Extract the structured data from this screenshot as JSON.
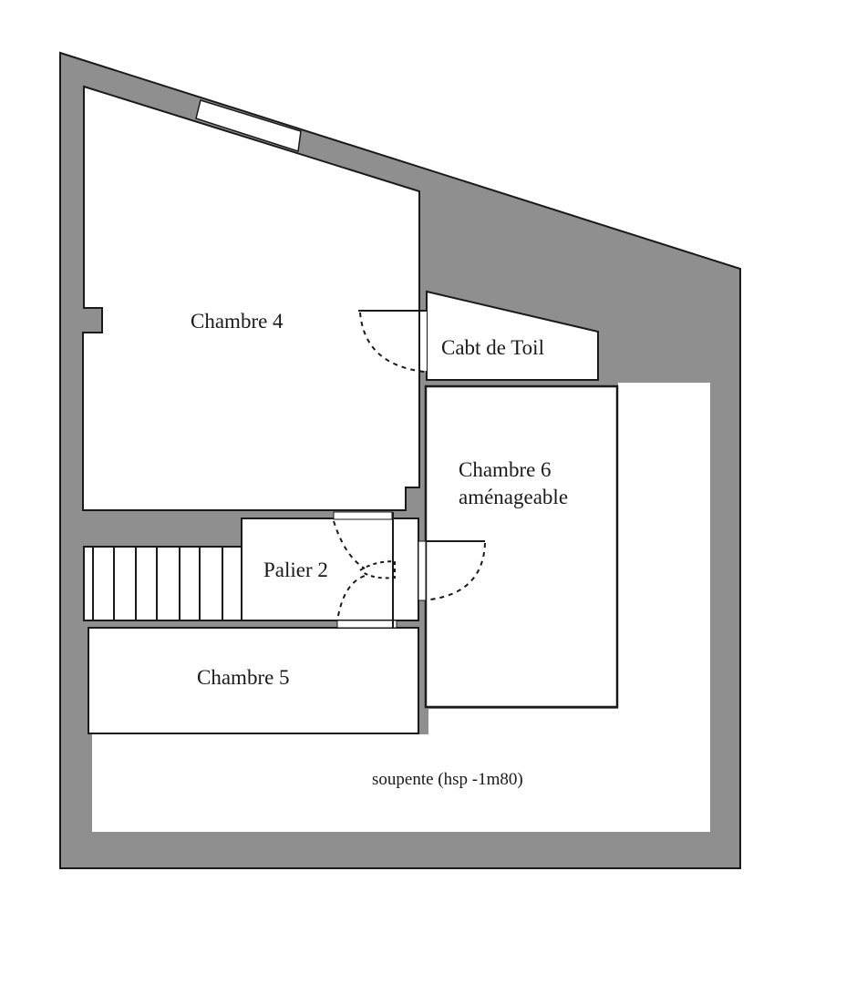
{
  "plan": {
    "wall_color": "#8f8f8f",
    "line_color": "#1a1a1a",
    "room_fill": "#ffffff",
    "rooms": [
      {
        "id": "chambre-4",
        "label": "Chambre 4"
      },
      {
        "id": "cabt-de-toil",
        "label": "Cabt de Toil"
      },
      {
        "id": "chambre-6",
        "label": "Chambre 6",
        "label_line2": "aménageable"
      },
      {
        "id": "palier-2",
        "label": "Palier 2"
      },
      {
        "id": "chambre-5",
        "label": "Chambre 5"
      },
      {
        "id": "soupente",
        "label": "soupente (hsp -1m80)"
      }
    ],
    "stairs": {
      "steps": 8
    }
  }
}
